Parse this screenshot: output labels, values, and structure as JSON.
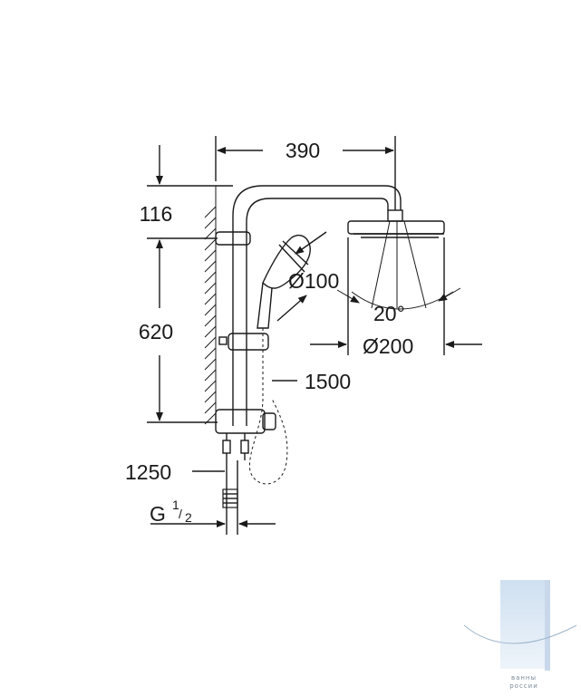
{
  "dimensions": {
    "width_390": "390",
    "height_116": "116",
    "height_620": "620",
    "handshower_diameter": "Ø100",
    "spray_angle": "20°",
    "head_diameter": "Ø200",
    "hose_length": "1500",
    "supply_length": "1250",
    "thread_prefix": "G",
    "thread_numerator": "1",
    "thread_denominator": "2"
  },
  "watermark": {
    "line1": "ванны",
    "line2": "россии"
  },
  "colors": {
    "line": "#1a1a1a",
    "watermark": "#a9c6e3"
  }
}
